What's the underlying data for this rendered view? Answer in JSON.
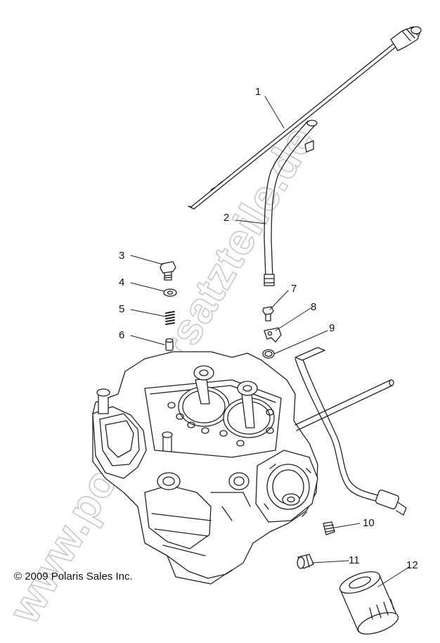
{
  "watermark_text": "www.polaris-ersatzteile.de",
  "copyright": "© 2009 Polaris Sales Inc.",
  "callouts": [
    "1",
    "2",
    "3",
    "4",
    "5",
    "6",
    "7",
    "8",
    "9",
    "10",
    "11",
    "12"
  ]
}
